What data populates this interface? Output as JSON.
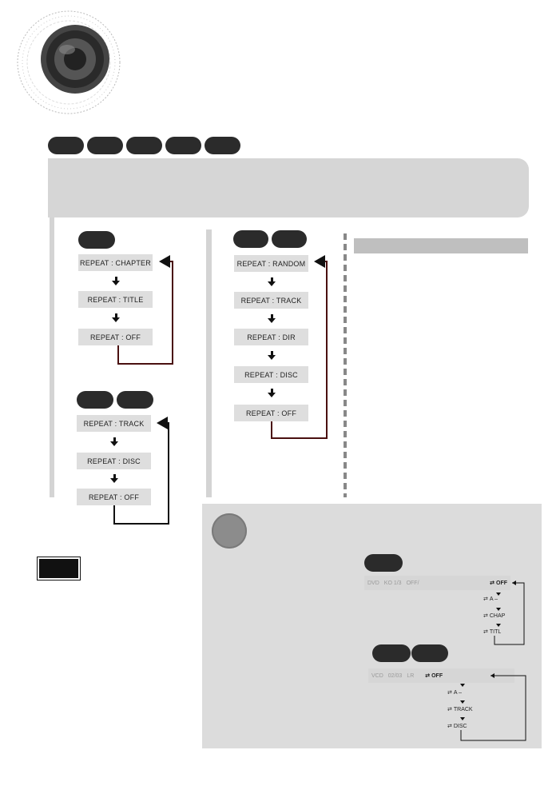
{
  "flow_dvd": {
    "items": [
      "REPEAT : CHAPTER",
      "REPEAT : TITLE",
      "REPEAT : OFF"
    ]
  },
  "flow_vcd": {
    "items": [
      "REPEAT : TRACK",
      "REPEAT : DISC",
      "REPEAT : OFF"
    ]
  },
  "flow_mp3": {
    "items": [
      "REPEAT : RANDOM",
      "REPEAT : TRACK",
      "REPEAT : DIR",
      "REPEAT : DISC",
      "REPEAT : OFF"
    ]
  },
  "osd_dvd": {
    "bar": [
      "DVD",
      "KO 1/3",
      "OFF/",
      "OFF"
    ],
    "options": [
      "OFF",
      "A –",
      "CHAP",
      "TITL"
    ]
  },
  "osd_vcd": {
    "bar": [
      "VCD",
      "02/03",
      "LR",
      "OFF"
    ],
    "options": [
      "OFF",
      "A –",
      "TRACK",
      "DISC"
    ]
  },
  "icons": {
    "repeat": "⇄"
  }
}
